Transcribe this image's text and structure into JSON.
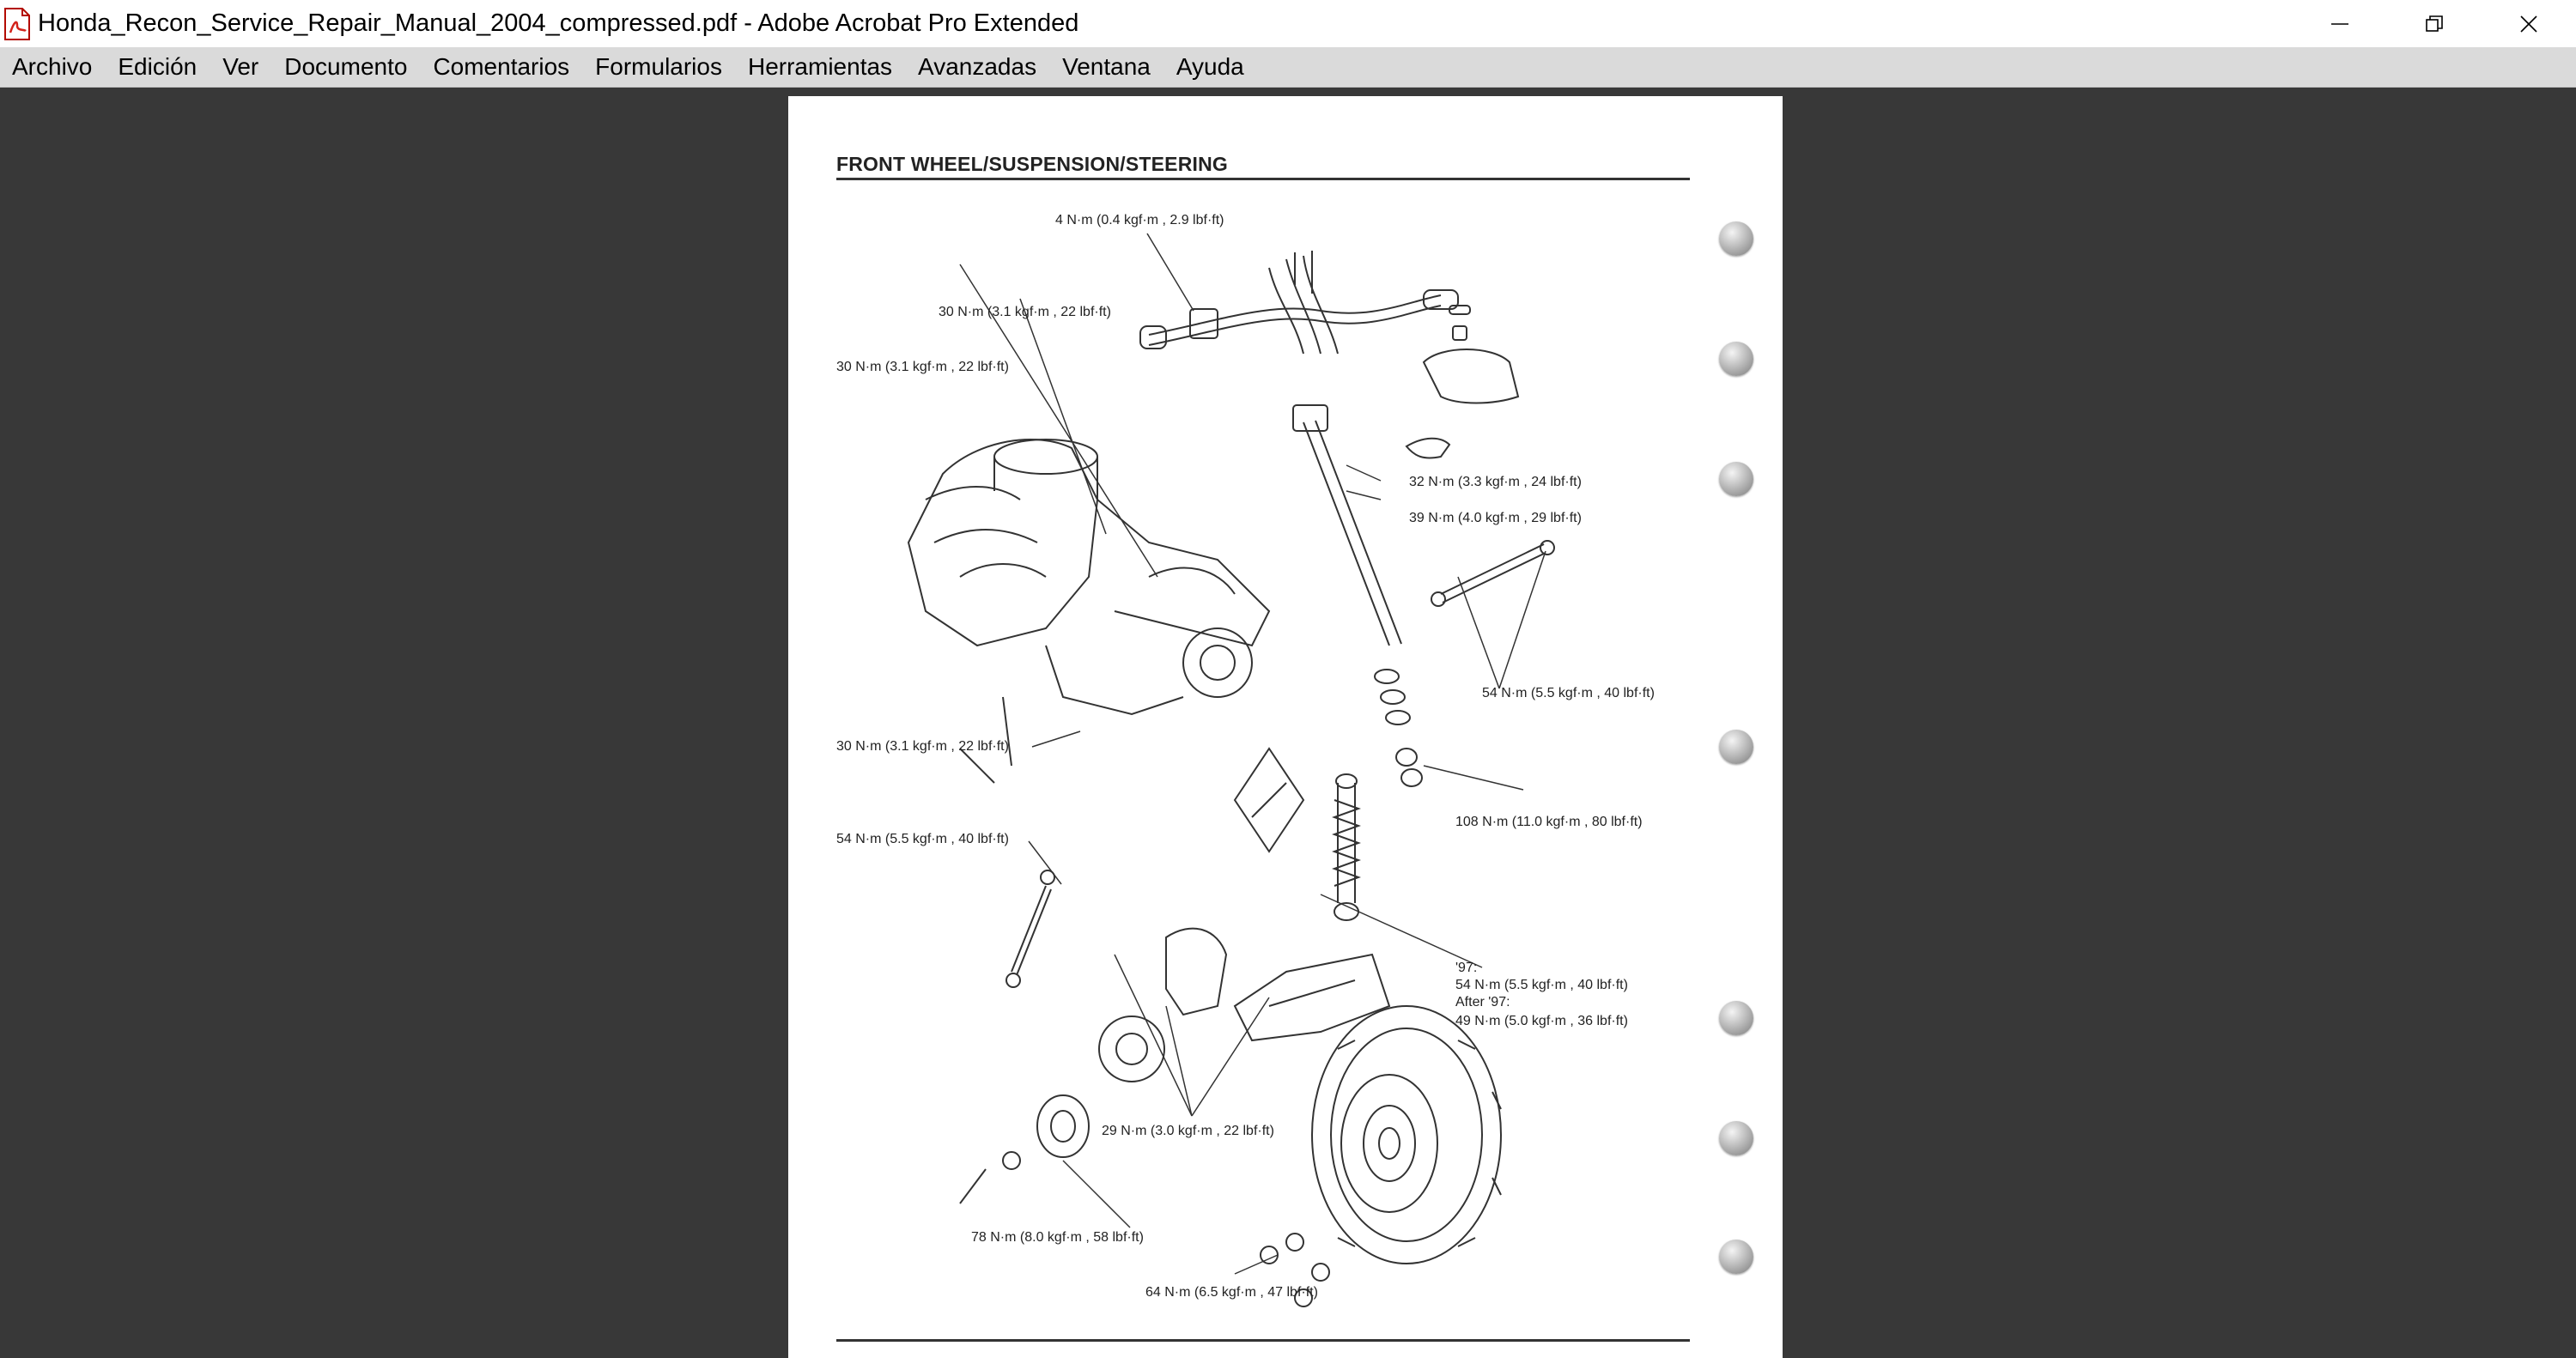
{
  "window": {
    "title": "Honda_Recon_Service_Repair_Manual_2004_compressed.pdf - Adobe Acrobat Pro Extended",
    "app_icon": "pdf-document-icon",
    "controls": [
      "minimize-icon",
      "restore-icon",
      "close-icon"
    ]
  },
  "menu": {
    "items": [
      "Archivo",
      "Edición",
      "Ver",
      "Documento",
      "Comentarios",
      "Formularios",
      "Herramientas",
      "Avanzadas",
      "Ventana",
      "Ayuda"
    ]
  },
  "page": {
    "heading": "FRONT WHEEL/SUSPENSION/STEERING",
    "labels": {
      "t1": "4 N·m (0.4 kgf·m , 2.9 lbf·ft)",
      "t2": "30 N·m (3.1 kgf·m , 22 lbf·ft)",
      "t3": "30 N·m (3.1 kgf·m , 22 lbf·ft)",
      "t4": "32 N·m (3.3 kgf·m , 24 lbf·ft)",
      "t5": "39 N·m (4.0 kgf·m , 29 lbf·ft)",
      "t6": "54 N·m (5.5 kgf·m , 40 lbf·ft)",
      "t7": "30 N·m (3.1 kgf·m , 22 lbf·ft)",
      "t8": "108 N·m (11.0 kgf·m , 80 lbf·ft)",
      "t9": "54 N·m (5.5 kgf·m , 40 lbf·ft)",
      "t10a": "'97:",
      "t10b": "54 N·m (5.5 kgf·m , 40 lbf·ft)",
      "t10c": "After '97:",
      "t10d": "49 N·m (5.0 kgf·m , 36 lbf·ft)",
      "t11": "29 N·m (3.0 kgf·m , 22 lbf·ft)",
      "t12": "78 N·m (8.0 kgf·m , 58 lbf·ft)",
      "t13": "64 N·m (6.5 kgf·m , 47 lbf·ft)"
    }
  }
}
